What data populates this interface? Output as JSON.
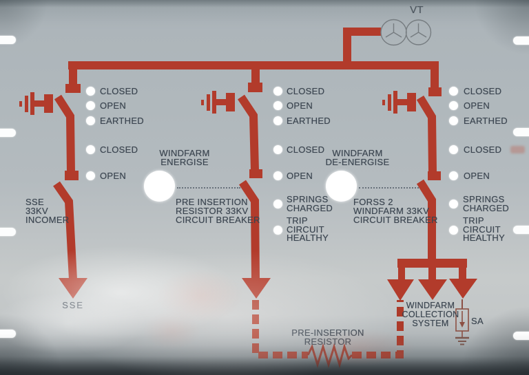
{
  "vt": {
    "label": "VT"
  },
  "bays": [
    {
      "name": "sse-incomer",
      "lamps": [
        "CLOSED",
        "OPEN",
        "EARTHED",
        "CLOSED",
        "OPEN"
      ],
      "title": [
        "SSE",
        "33KV",
        "INCOMER"
      ],
      "feeder_label": "SSE"
    },
    {
      "name": "pre-insertion-resistor-breaker",
      "lamps": [
        "CLOSED",
        "OPEN",
        "EARTHED",
        "CLOSED",
        "OPEN"
      ],
      "springs_lamp": [
        "SPRINGS",
        "CHARGED"
      ],
      "trip_lamp": [
        "TRIP",
        "CIRCUIT",
        "HEALTHY"
      ],
      "button": [
        "WINDFARM",
        "ENERGISE"
      ],
      "title": [
        "PRE INSERTION",
        "RESISTOR 33KV",
        "CIRCUIT BREAKER"
      ]
    },
    {
      "name": "forss2-windfarm-breaker",
      "lamps": [
        "CLOSED",
        "OPEN",
        "EARTHED",
        "CLOSED",
        "OPEN"
      ],
      "springs_lamp": [
        "SPRINGS",
        "CHARGED"
      ],
      "trip_lamp": [
        "TRIP",
        "CIRCUIT",
        "HEALTHY"
      ],
      "button": [
        "WINDFARM",
        "DE-ENERGISE"
      ],
      "title": [
        "FORSS 2",
        "WINDFARM 33KV",
        "CIRCUIT BREAKER"
      ]
    }
  ],
  "resistor_label": [
    "PRE-INSERTION",
    "RESISTOR"
  ],
  "collection_label": [
    "WINDFARM",
    "COLLECTION",
    "SYSTEM"
  ],
  "sa_label": "SA",
  "colors": {
    "line_red": "#b23b2b",
    "dash_red": "#ad3a29",
    "resistor_red": "#9d3425",
    "text": "#3b4550",
    "panel_gray": "#b3bbbf",
    "lamp_white": "#ffffff"
  }
}
